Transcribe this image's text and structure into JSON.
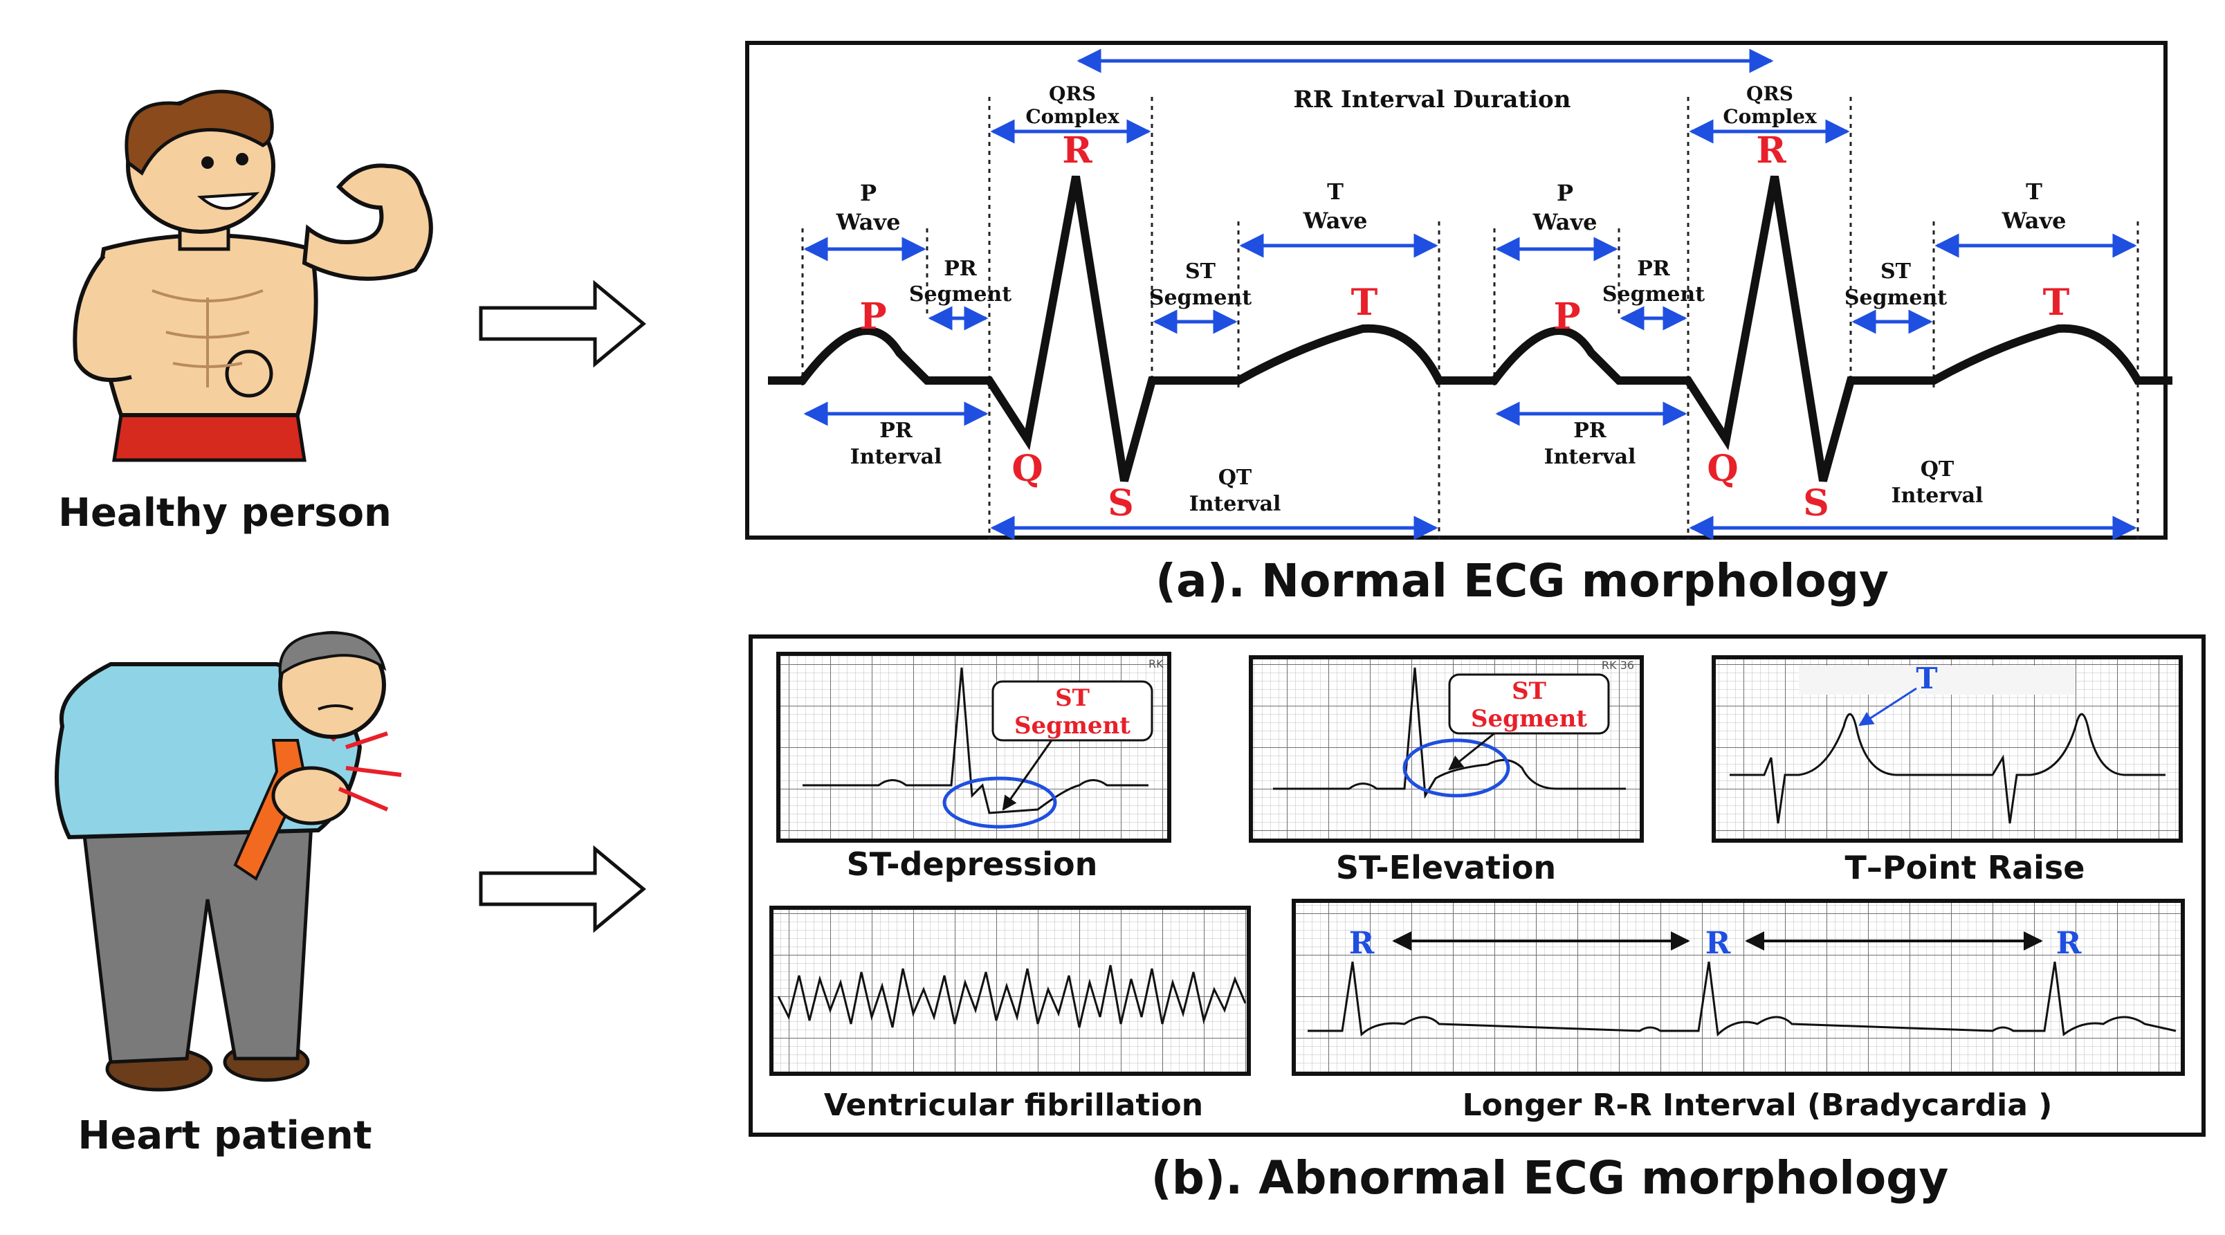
{
  "people": {
    "healthy_label": "Healthy person",
    "patient_label": "Heart patient"
  },
  "normal": {
    "caption": "(a). Normal ECG morphology",
    "rr_label": "RR Interval Duration",
    "qrs_line1": "QRS",
    "qrs_line2": "Complex",
    "p_wave_line1": "P",
    "p_wave_line2": "Wave",
    "pr_segment_line1": "PR",
    "pr_segment_line2": "Segment",
    "st_segment_line1": "ST",
    "st_segment_line2": "Segment",
    "t_wave_line1": "T",
    "t_wave_line2": "Wave",
    "pr_interval_line1": "PR",
    "pr_interval_line2": "Interval",
    "qt_interval_line1": "QT",
    "qt_interval_line2": "Interval",
    "peaks": {
      "p": "P",
      "q": "Q",
      "r": "R",
      "s": "S",
      "t": "T"
    }
  },
  "abnormal": {
    "caption": "(b). Abnormal ECG morphology",
    "panels": {
      "st_depression": {
        "label": "ST-depression",
        "callout_line1": "ST",
        "callout_line2": "Segment",
        "corner": "RK"
      },
      "st_elevation": {
        "label": "ST-Elevation",
        "callout_line1": "ST",
        "callout_line2": "Segment",
        "corner": "RK 36"
      },
      "t_point": {
        "label": "T–Point Raise",
        "marker": "T"
      },
      "vfib": {
        "label": "Ventricular fibrillation"
      },
      "brady": {
        "label": "Longer R-R Interval (Bradycardia )",
        "marker": "R"
      }
    }
  },
  "colors": {
    "peak_red": "#e8202a",
    "annotation_blue": "#1f4fe0",
    "grid_gray": "#9a9a9a",
    "ink": "#111111",
    "skin": "#f6cf9f",
    "shirt": "#8fd3e6",
    "tie": "#f26a1f"
  }
}
